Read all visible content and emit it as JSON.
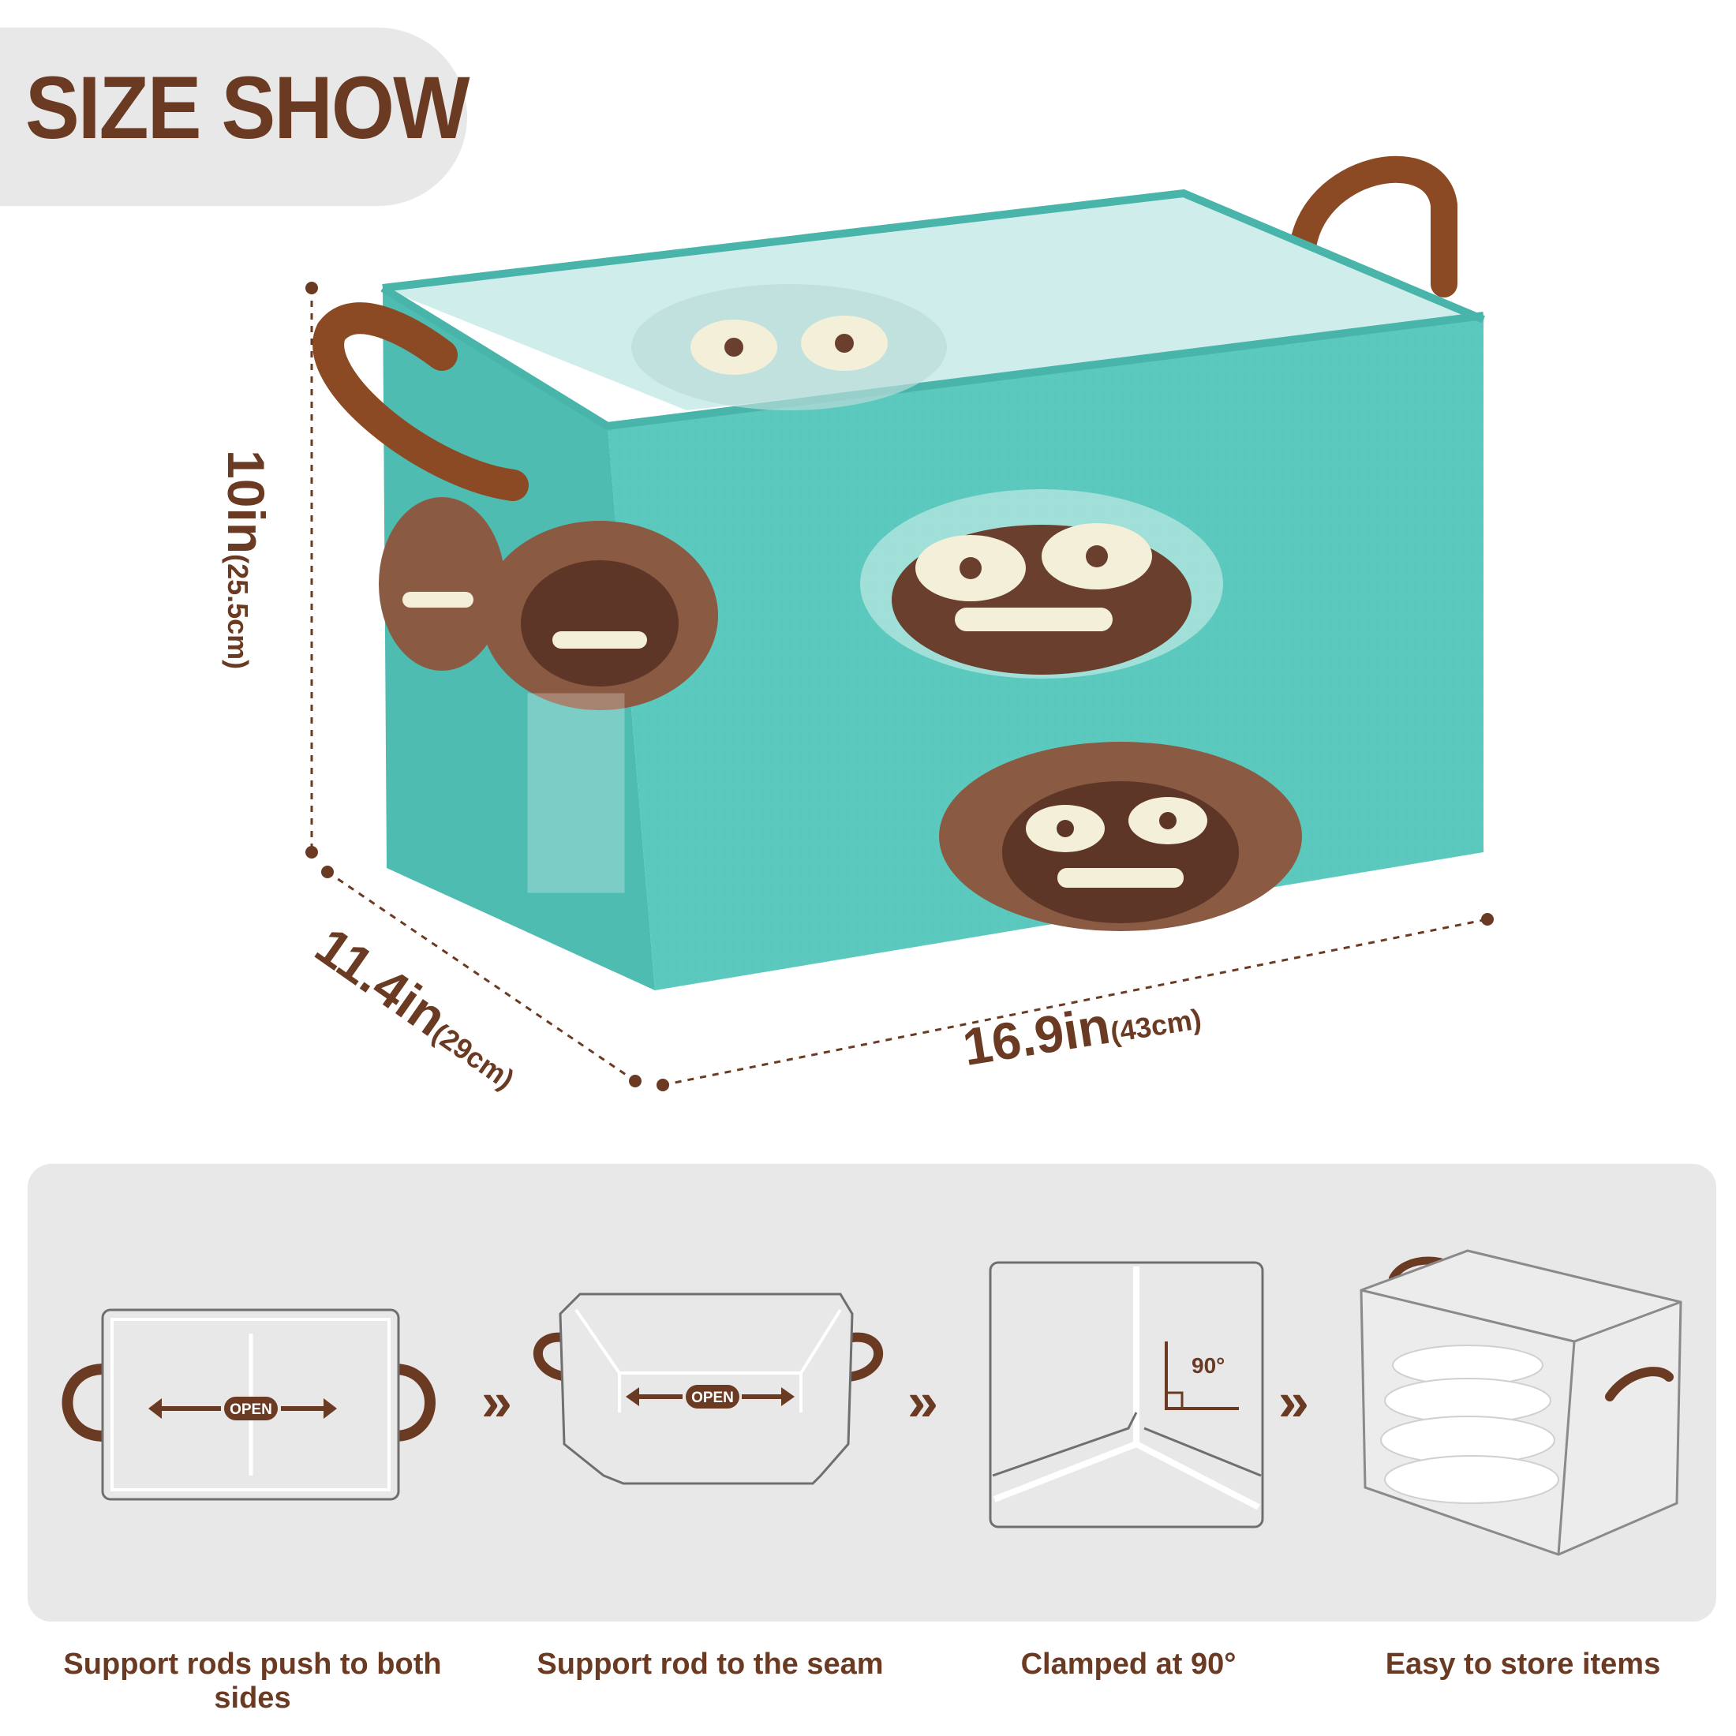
{
  "title": "SIZE SHOW",
  "dimensions": {
    "height": {
      "value": "10in",
      "metric": "(25.5cm)"
    },
    "depth": {
      "value": "11.4in",
      "metric": "(29cm)"
    },
    "width": {
      "value": "16.9in",
      "metric": "(43cm)"
    }
  },
  "steps": [
    {
      "caption": "Support rods push to both sides",
      "badge": "OPEN"
    },
    {
      "caption": "Support rod to the seam",
      "badge": "OPEN"
    },
    {
      "caption": "Clamped at 90°",
      "angle": "90°"
    },
    {
      "caption": "Easy to store items"
    }
  ],
  "colors": {
    "brand_brown": "#6b3a22",
    "basket_teal": "#5cc9bf",
    "panel_gray": "#e8e8e8"
  }
}
